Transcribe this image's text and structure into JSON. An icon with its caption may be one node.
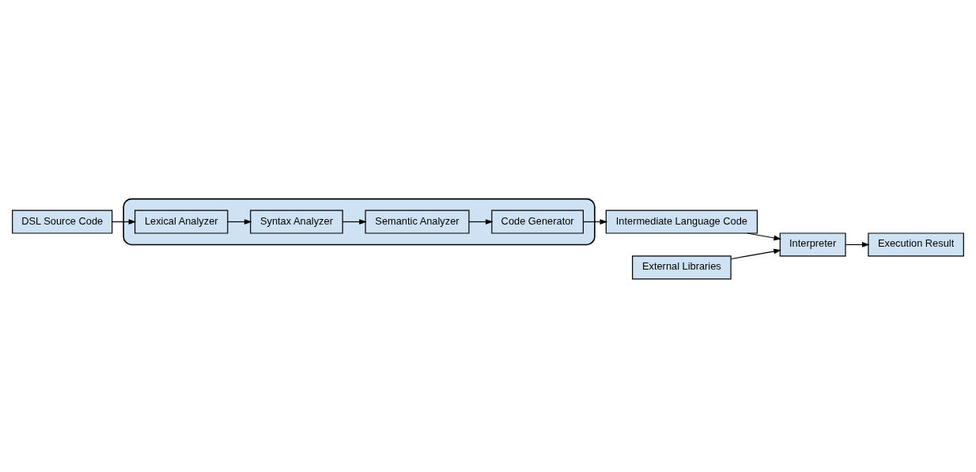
{
  "diagram": {
    "nodes": [
      {
        "text": [
          "DSL Source Code"
        ]
      },
      {
        "text": [],
        "shape": "box"
      },
      {
        "text": [
          "Lexical Analyzer"
        ],
        "in": 1
      },
      {
        "text": [
          "Syntax Analyzer"
        ],
        "in": 1
      },
      {
        "text": [
          "Semantic Analyzer"
        ],
        "in": 1
      },
      {
        "text": [
          "Code Generator"
        ],
        "in": 1
      },
      {
        "text": [
          "Intermediate Language Code"
        ]
      },
      {
        "text": [
          "External Libraries"
        ]
      },
      {
        "text": [
          "Interpreter"
        ]
      },
      {
        "text": [
          "Execution Result"
        ]
      }
    ],
    "edges": [
      {
        "from": 0,
        "to": 2,
        "arrow": "to"
      },
      {
        "from": 2,
        "to": 3,
        "arrow": "to"
      },
      {
        "from": 3,
        "to": 4,
        "arrow": "to"
      },
      {
        "from": 4,
        "to": 5,
        "arrow": "to"
      },
      {
        "from": 5,
        "to": 6,
        "arrow": "to"
      },
      {
        "from": 6,
        "to": 8,
        "arrow": "to"
      },
      {
        "from": 7,
        "to": 8,
        "arrow": "to"
      },
      {
        "from": 8,
        "to": 9,
        "arrow": "to"
      }
    ]
  }
}
